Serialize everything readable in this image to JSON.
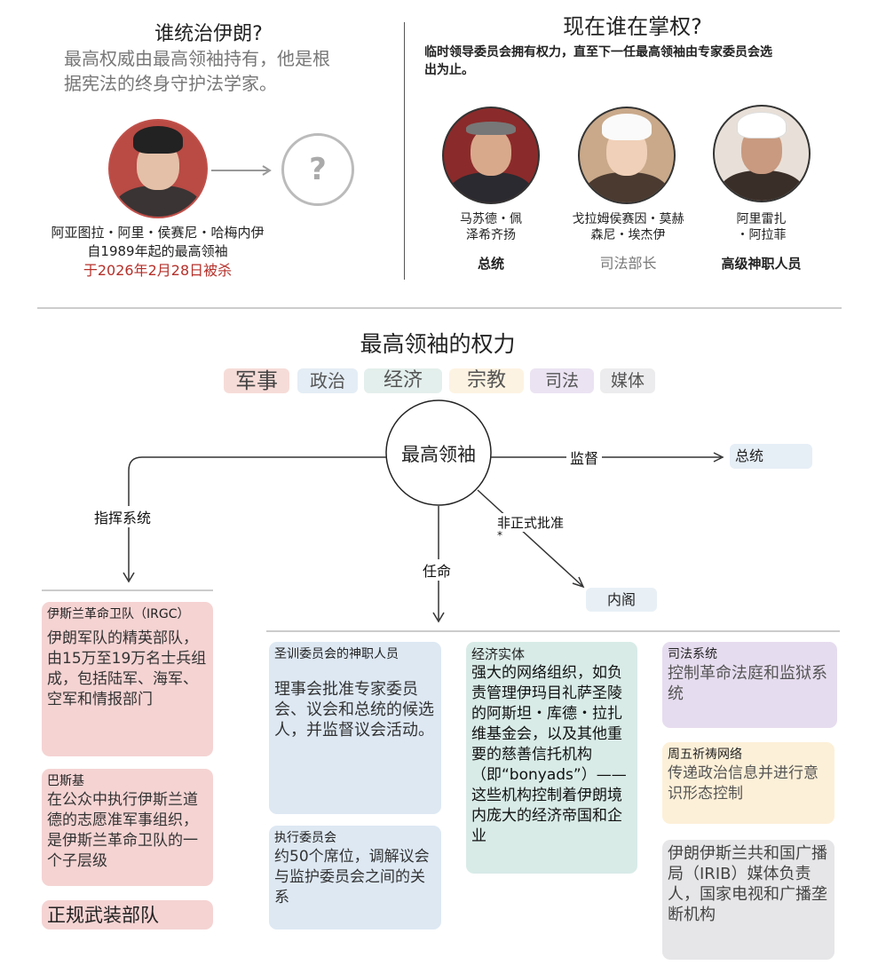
{
  "top_left": {
    "title": "谁统治伊朗?",
    "subtitle_line1": "最高权威由最高领袖持有，他是根",
    "subtitle_line2": "据宪法的终身守护法学家。",
    "leader_name": "阿亚图拉・阿里・侯赛尼・哈梅内伊",
    "leader_since": "自1989年起的最高领袖",
    "leader_fate": "于2026年2月28日被杀",
    "unknown_symbol": "?"
  },
  "top_right": {
    "title": "现在谁在掌权?",
    "subtitle_line1": "临时领导委员会拥有权力，直至下一任最高领袖由专家委员会选",
    "subtitle_line2": "出为止。",
    "members": [
      {
        "name1": "马苏德・佩",
        "name2": "泽希齐扬",
        "role": "总统"
      },
      {
        "name1": "戈拉姆侯赛因・莫赫",
        "name2": "森尼・埃杰伊",
        "role": "司法部长"
      },
      {
        "name1": "阿里雷扎",
        "name2": "・阿拉菲",
        "role": "高级神职人员"
      }
    ]
  },
  "powers": {
    "title": "最高领袖的权力",
    "tags": [
      "军事",
      "政治",
      "经济",
      "宗教",
      "司法",
      "媒体"
    ],
    "center": "最高领袖",
    "edge_command": "指挥系统",
    "edge_oversee": "监督",
    "edge_appoint": "任命",
    "edge_informal": "非正式批准",
    "edge_informal_note": "*",
    "president": "总统",
    "cabinet": "内阁"
  },
  "boxes": {
    "irgc": {
      "title": "伊斯兰革命卫队（IRGC）",
      "body": "伊朗军队的精英部队，由15万至19万名士兵组成，包括陆军、海军、空军和情报部门"
    },
    "basij": {
      "title": "巴斯基",
      "body": "在公众中执行伊斯兰道德的志愿准军事组织，是伊斯兰革命卫队的一个子层级"
    },
    "regular": {
      "title": "正规武装部队"
    },
    "guardian": {
      "title": "圣训委员会的神职人员",
      "body": "理事会批准专家委员会、议会和总统的候选人，并监督议会活动。"
    },
    "expediency": {
      "title": "执行委员会",
      "body": "约50个席位，调解议会与监护委员会之间的关系"
    },
    "economic": {
      "title": "经济实体",
      "body": "强大的网络组织，如负责管理伊玛目礼萨圣陵的阿斯坦・库德・拉扎维基金会，以及其他重要的慈善信托机构（即“bonyads”）——这些机构控制着伊朗境内庞大的经济帝国和企业"
    },
    "judiciary": {
      "title": "司法系统",
      "body": "控制革命法庭和监狱系统"
    },
    "friday": {
      "title": "周五祈祷网络",
      "body": "传递政治信息并进行意识形态控制"
    },
    "irib": {
      "body": "伊朗伊斯兰共和国广播局（IRIB）媒体负责人，国家电视和广播垄断机构"
    }
  },
  "colors": {
    "red": "#b5302a",
    "military": "#f5d3d3",
    "politics": "#dde8f3",
    "economy": "#d8ebe7",
    "religion": "#fdf0d8",
    "judiciary": "#e6dcef",
    "media": "#e6e6e8"
  }
}
